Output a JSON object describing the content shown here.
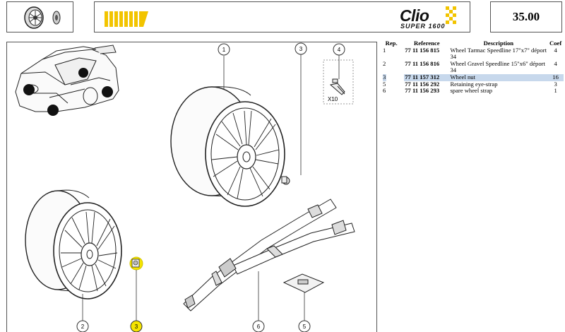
{
  "header": {
    "page_number": "35.00",
    "logo_main": "Clio",
    "logo_sub": "SUPER 1600"
  },
  "diagram": {
    "callouts": [
      "1",
      "2",
      "3",
      "3",
      "4",
      "5",
      "6"
    ],
    "quantity_label": "X10",
    "highlight_color": "#f5e400"
  },
  "parts_table": {
    "headers": {
      "rep": "Rep.",
      "reference": "Reference",
      "description": "Description",
      "coef": "Coef"
    },
    "rows": [
      {
        "rep": "1",
        "reference": "77 11 156 815",
        "description": "Wheel Tarmac Speedline 17\"x7\" déport 34",
        "coef": "4"
      },
      {
        "rep": "2",
        "reference": "77 11 156 816",
        "description": "Wheel Gravel Speedline 15\"x6\" déport 34",
        "coef": "4"
      },
      {
        "rep": "3",
        "reference": "77 11 157 312",
        "description": "Wheel nut",
        "coef": "16"
      },
      {
        "rep": "5",
        "reference": "77 11 156 292",
        "description": "Retaining eye-strap",
        "coef": "3"
      },
      {
        "rep": "6",
        "reference": "77 11 156 293",
        "description": "spare wheel strap",
        "coef": "1"
      }
    ]
  }
}
